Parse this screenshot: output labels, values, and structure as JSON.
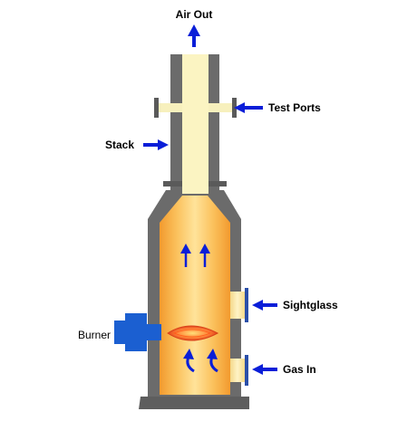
{
  "labels": {
    "air_out": "Air Out",
    "test_ports": "Test Ports",
    "stack": "Stack",
    "sightglass": "Sightglass",
    "burner": "Burner",
    "gas_in": "Gas In"
  },
  "colors": {
    "shell": "#6b6b6b",
    "shell_dark": "#4a4a4a",
    "stack_fill": "#fbf4c2",
    "port_fill": "#f7f0bd",
    "furnace_core": "#ffe08a",
    "furnace_edge": "#f29a2e",
    "arrow_blue": "#0a1ed8",
    "burner_blue": "#1b5fd1",
    "flame": "#ff6a1a",
    "plate_blue": "#2a4fa8"
  }
}
